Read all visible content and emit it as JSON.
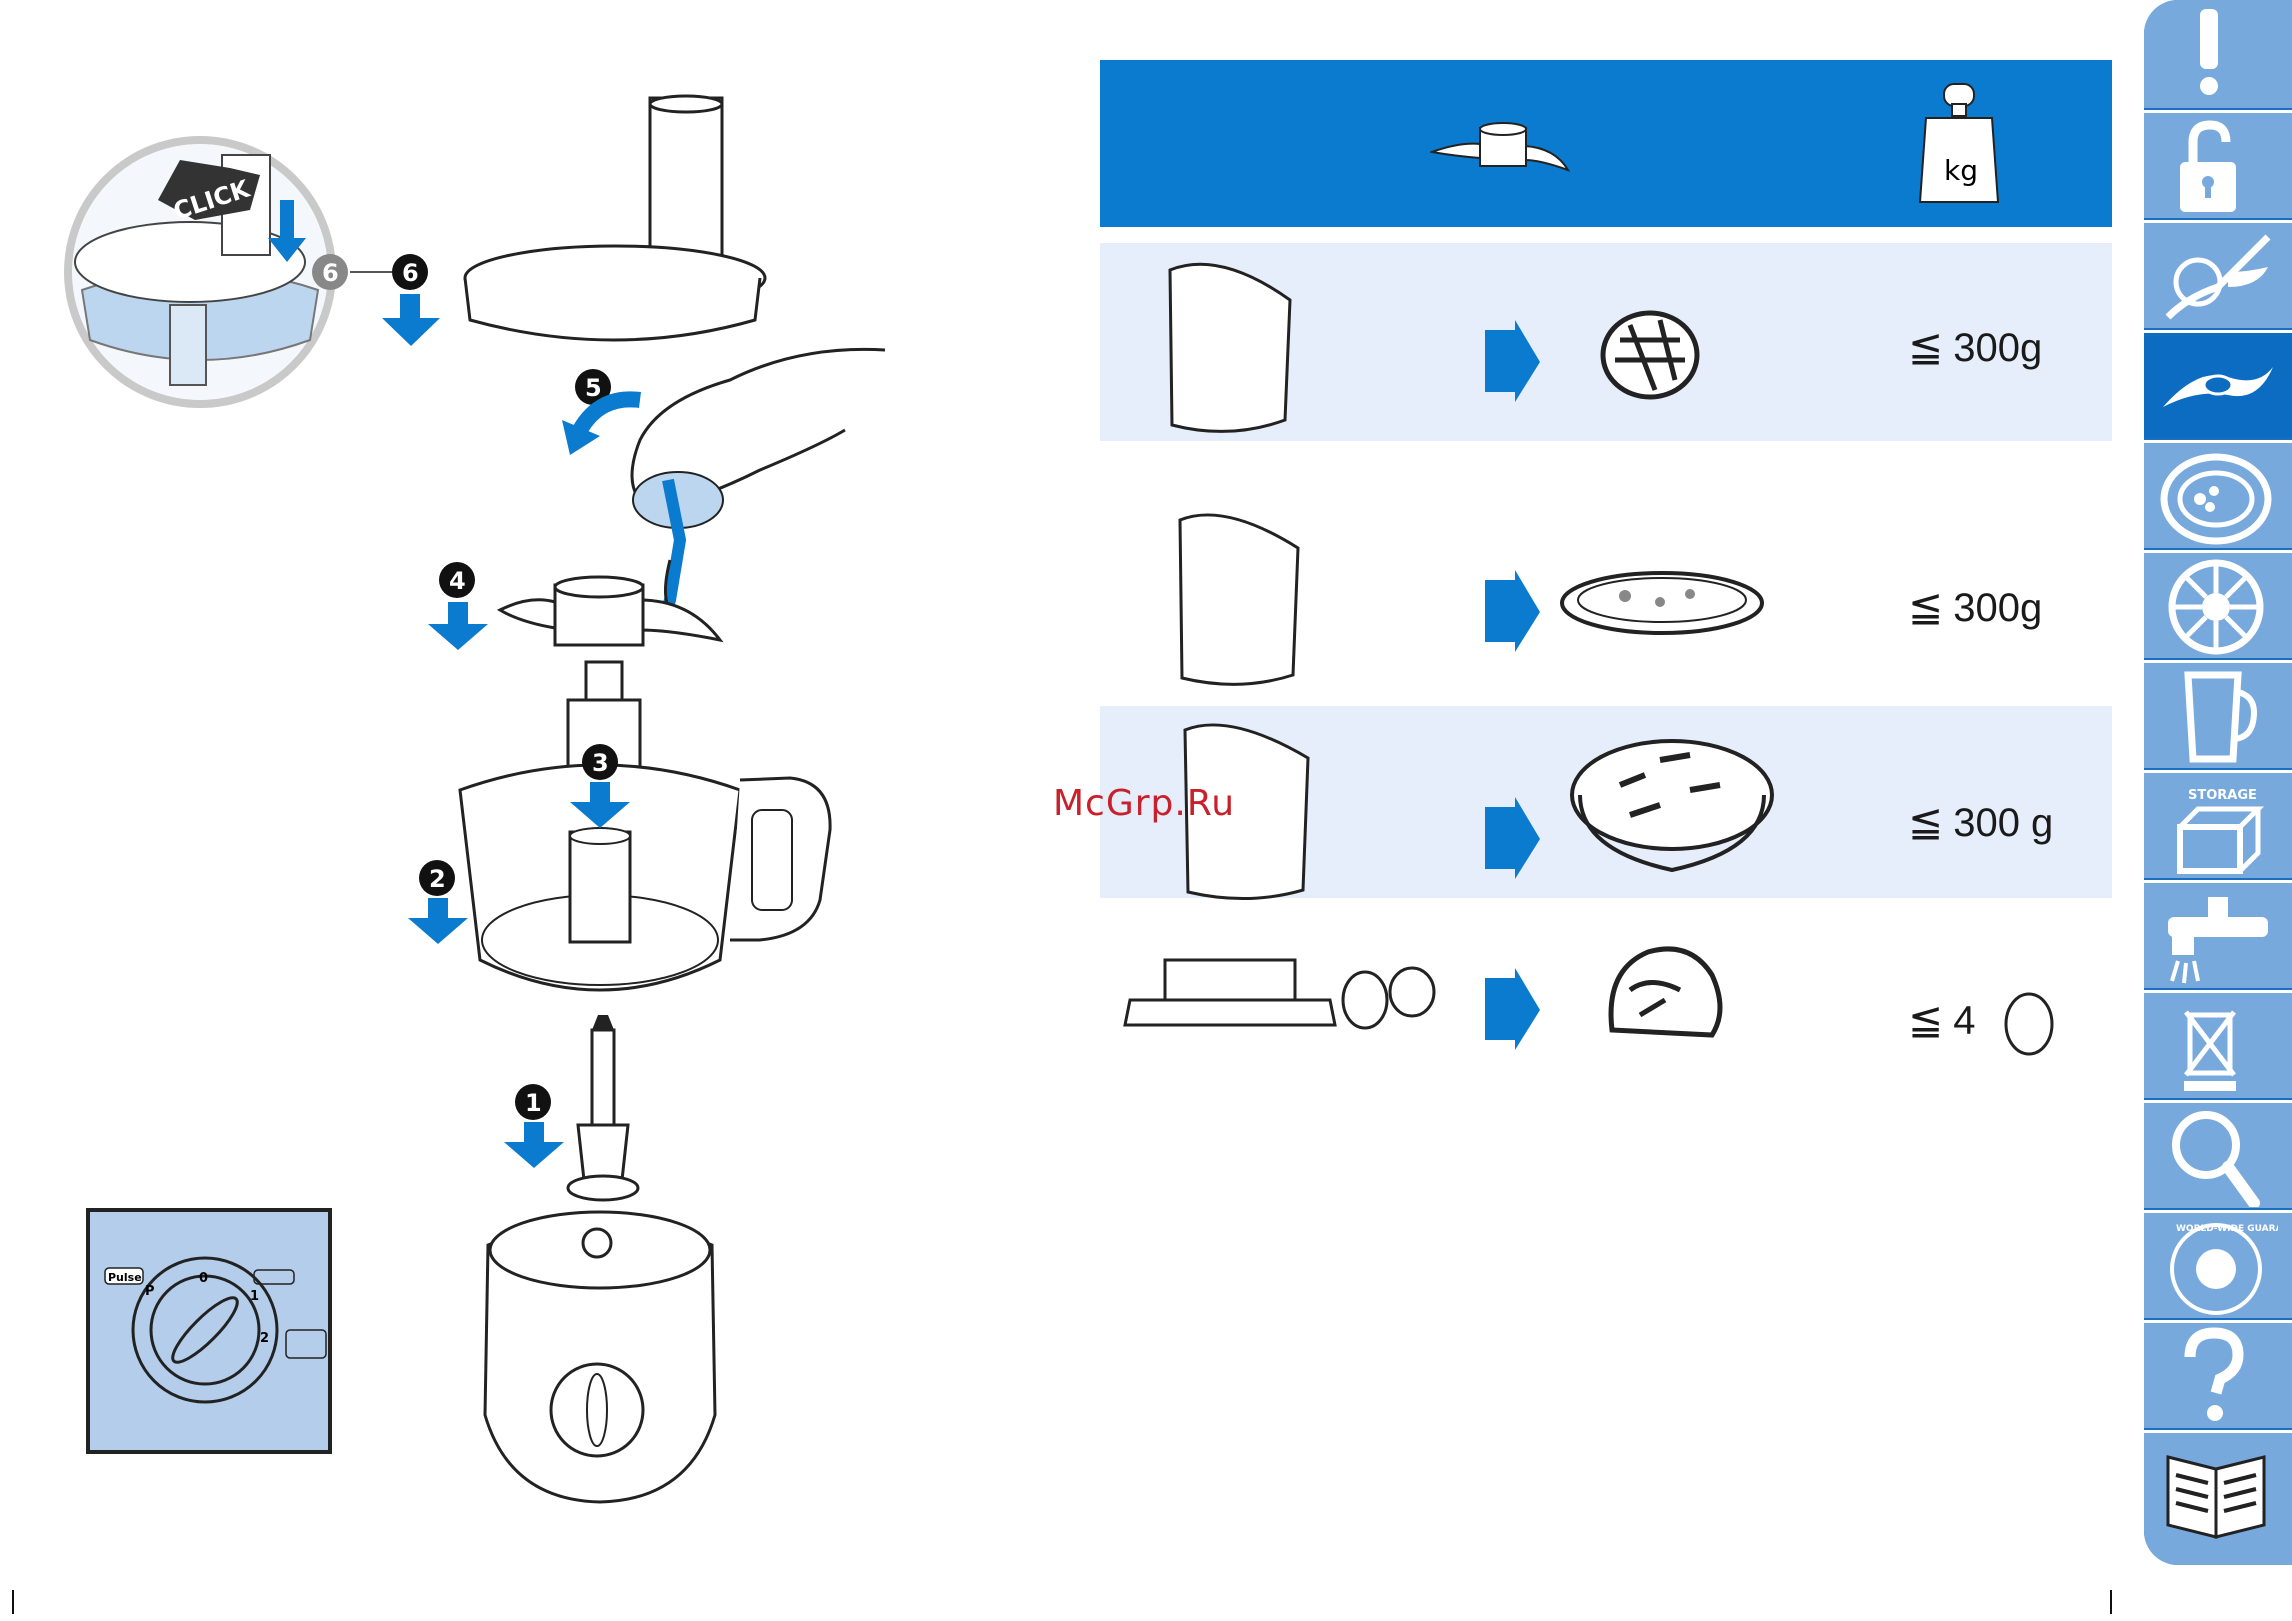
{
  "watermark": "McGrp.Ru",
  "assembly": {
    "click_label": "CLICK",
    "steps": [
      "1",
      "2",
      "3",
      "4",
      "5",
      "6"
    ],
    "dial": {
      "pulse_label": "Pulse",
      "p_label": "P",
      "zero_label": "0",
      "one_label": "1",
      "two_label": "2"
    }
  },
  "table": {
    "header_icons": [
      "blade-icon",
      "weight-kg-icon"
    ],
    "weight_unit": "kg",
    "rows": [
      {
        "ingredient": "flour-bag-icon",
        "result": "bread-loaf-icon",
        "quantity": "300g"
      },
      {
        "ingredient": "flour-bag-icon",
        "result": "pizza-icon",
        "quantity": "300g"
      },
      {
        "ingredient": "flour-bag-icon",
        "result": "pie-icon",
        "quantity": "300 g"
      },
      {
        "ingredient": "butter-eggs-icon",
        "result": "cake-icon",
        "quantity": "4"
      }
    ],
    "less_equal_symbol": "≦"
  },
  "tabs": [
    {
      "name": "warning-icon",
      "active": false
    },
    {
      "name": "unlock-icon",
      "active": false
    },
    {
      "name": "knife-blade-icon",
      "active": false
    },
    {
      "name": "kneading-blade-icon",
      "active": true
    },
    {
      "name": "disc-icon",
      "active": false
    },
    {
      "name": "citrus-press-icon",
      "active": false
    },
    {
      "name": "jug-icon",
      "active": false
    },
    {
      "name": "storage-box-icon",
      "active": false,
      "label": "STORAGE"
    },
    {
      "name": "water-tap-icon",
      "active": false
    },
    {
      "name": "no-disposal-icon",
      "active": false
    },
    {
      "name": "search-icon",
      "active": false
    },
    {
      "name": "guarantee-globe-icon",
      "active": false,
      "label": "WORLD-WIDE GUARANTEE"
    },
    {
      "name": "question-icon",
      "active": false
    },
    {
      "name": "manual-book-icon",
      "active": false
    }
  ],
  "colors": {
    "accent_blue": "#0a7bcf",
    "band": "#e6eefb",
    "tab_light": "#78a9dd",
    "tab_dark": "#1a6fc0"
  }
}
